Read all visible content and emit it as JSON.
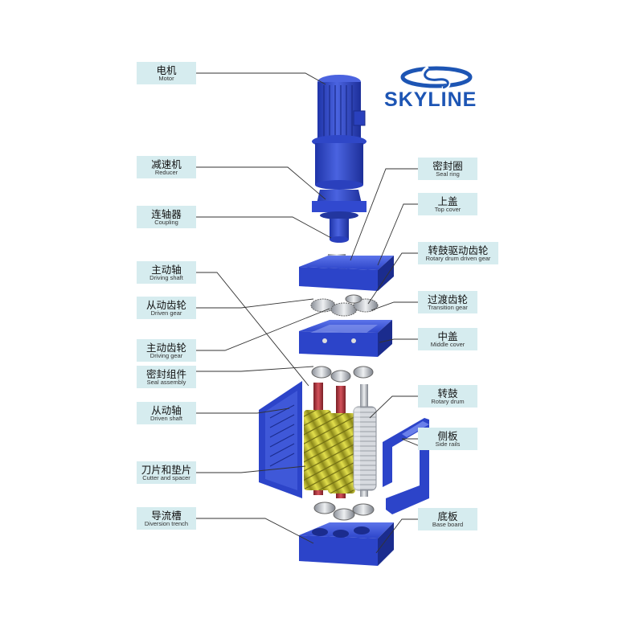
{
  "brand": {
    "name": "SKYLINE",
    "color": "#1d55b4",
    "logo_icon": "skyline-swoosh-logo"
  },
  "colors": {
    "machine_body": "#2c44c9",
    "machine_dark": "#1b2c8e",
    "machine_light": "#5b73e6",
    "blade_yellow": "#c9c530",
    "shaft_red": "#b2343c",
    "label_bg": "#d6ecef",
    "leader_line": "#333333"
  },
  "labels_left": [
    {
      "zh": "电机",
      "en": "Motor"
    },
    {
      "zh": "减速机",
      "en": "Reducer"
    },
    {
      "zh": "连轴器",
      "en": "Coupling"
    },
    {
      "zh": "主动轴",
      "en": "Driving shaft"
    },
    {
      "zh": "从动齿轮",
      "en": "Driven gear"
    },
    {
      "zh": "主动齿轮",
      "en": "Driving gear"
    },
    {
      "zh": "密封组件",
      "en": "Seal assembly"
    },
    {
      "zh": "从动轴",
      "en": "Driven shaft"
    },
    {
      "zh": "刀片和垫片",
      "en": "Cutter and spacer"
    },
    {
      "zh": "导流槽",
      "en": "Diversion trench"
    }
  ],
  "labels_right": [
    {
      "zh": "密封圈",
      "en": "Seal ring"
    },
    {
      "zh": "上盖",
      "en": "Top cover"
    },
    {
      "zh": "转鼓驱动齿轮",
      "en": "Rotary drum driven gear"
    },
    {
      "zh": "过渡齿轮",
      "en": "Transition gear"
    },
    {
      "zh": "中盖",
      "en": "Middle cover"
    },
    {
      "zh": "转鼓",
      "en": "Rotary drum"
    },
    {
      "zh": "侧板",
      "en": "Side rails"
    },
    {
      "zh": "底板",
      "en": "Base board"
    }
  ]
}
